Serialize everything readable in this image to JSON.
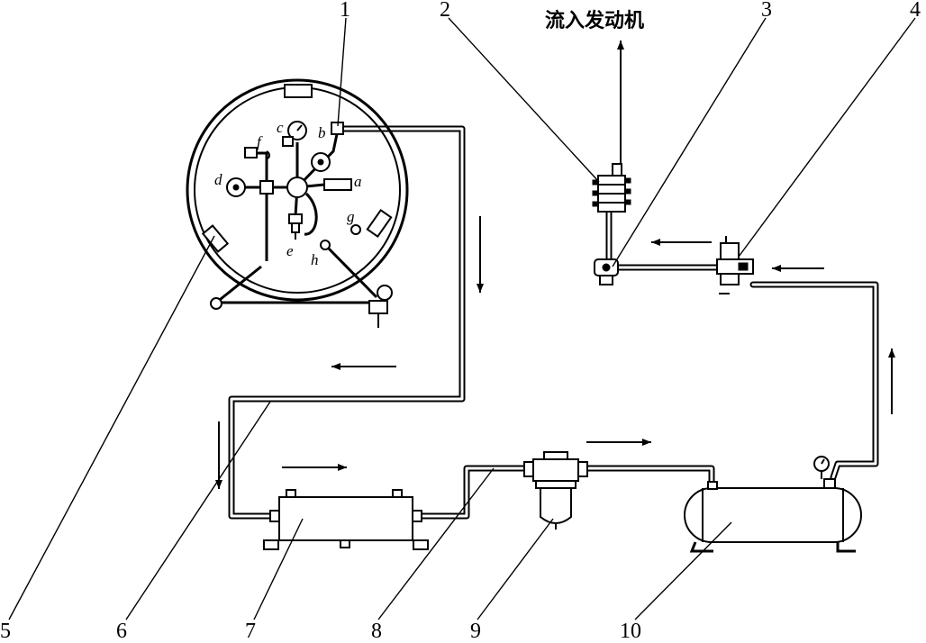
{
  "diagram": {
    "title_text": "流入发动机",
    "part_numbers": [
      "1",
      "2",
      "3",
      "4",
      "5",
      "6",
      "7",
      "8",
      "9",
      "10"
    ],
    "valve_labels": [
      "a",
      "b",
      "c",
      "d",
      "e",
      "f",
      "g",
      "h"
    ]
  }
}
